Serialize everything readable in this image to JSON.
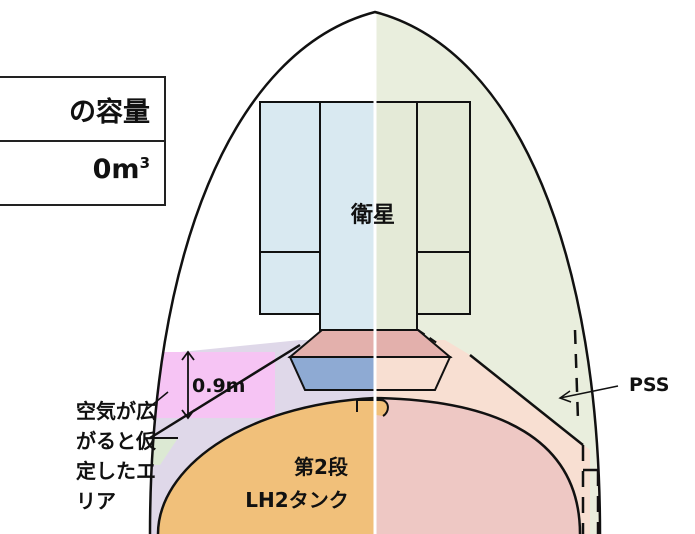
{
  "table": {
    "header_text": "の容量",
    "value_main": "0m",
    "value_sup": "3"
  },
  "labels": {
    "satellite": "衛星",
    "gap": "0.9m",
    "air_area": [
      "空気が広",
      "がると仮",
      "定したエ",
      "リア"
    ],
    "pss": "PSS",
    "stage2_line1": "第2段",
    "stage2_line2": "LH2タンク"
  },
  "colors": {
    "fairing_right": "#e9eedd",
    "satellite_left": "#d9e9f1",
    "satellite_right": "#e4ead7",
    "adapter_top": "#e3b0ac",
    "adapter_bottom": "#8eaad3",
    "assumed_air": "#dfd8e9",
    "pss_region": "#f8dfd2",
    "gap_highlight": "#f6c4f4",
    "lh2_tank_left": "#f1c07a",
    "lh2_tank_right": "#eec8c4"
  }
}
